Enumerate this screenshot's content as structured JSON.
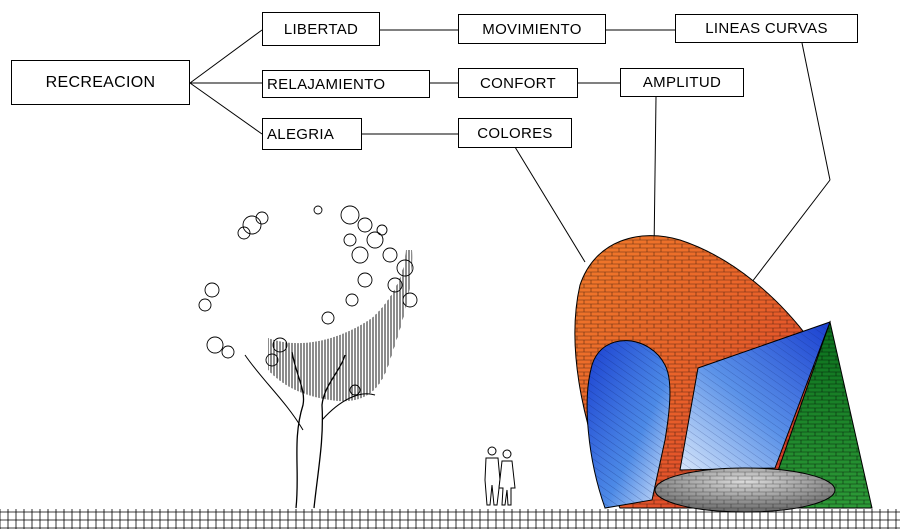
{
  "concept_map": {
    "root": "RECREACION",
    "nodes": {
      "libertad": "LIBERTAD",
      "relajamiento": "RELAJAMIENTO",
      "alegria": "ALEGRIA",
      "movimiento": "MOVIMIENTO",
      "confort": "CONFORT",
      "colores": "COLORES",
      "lineas_curvas": "LINEAS CURVAS",
      "amplitud": "AMPLITUD"
    }
  },
  "colors": {
    "shell": "#e8602a",
    "shell_dark": "#d33a22",
    "glass": "#2f6bd8",
    "glass_light": "#bcd6f5",
    "green_wall": "#1d8a2c",
    "stone": "#8a8a8a",
    "line": "#000000"
  },
  "icons": [
    "tree-illustration",
    "people-silhouette",
    "dome-pavilion",
    "brick-ground"
  ]
}
